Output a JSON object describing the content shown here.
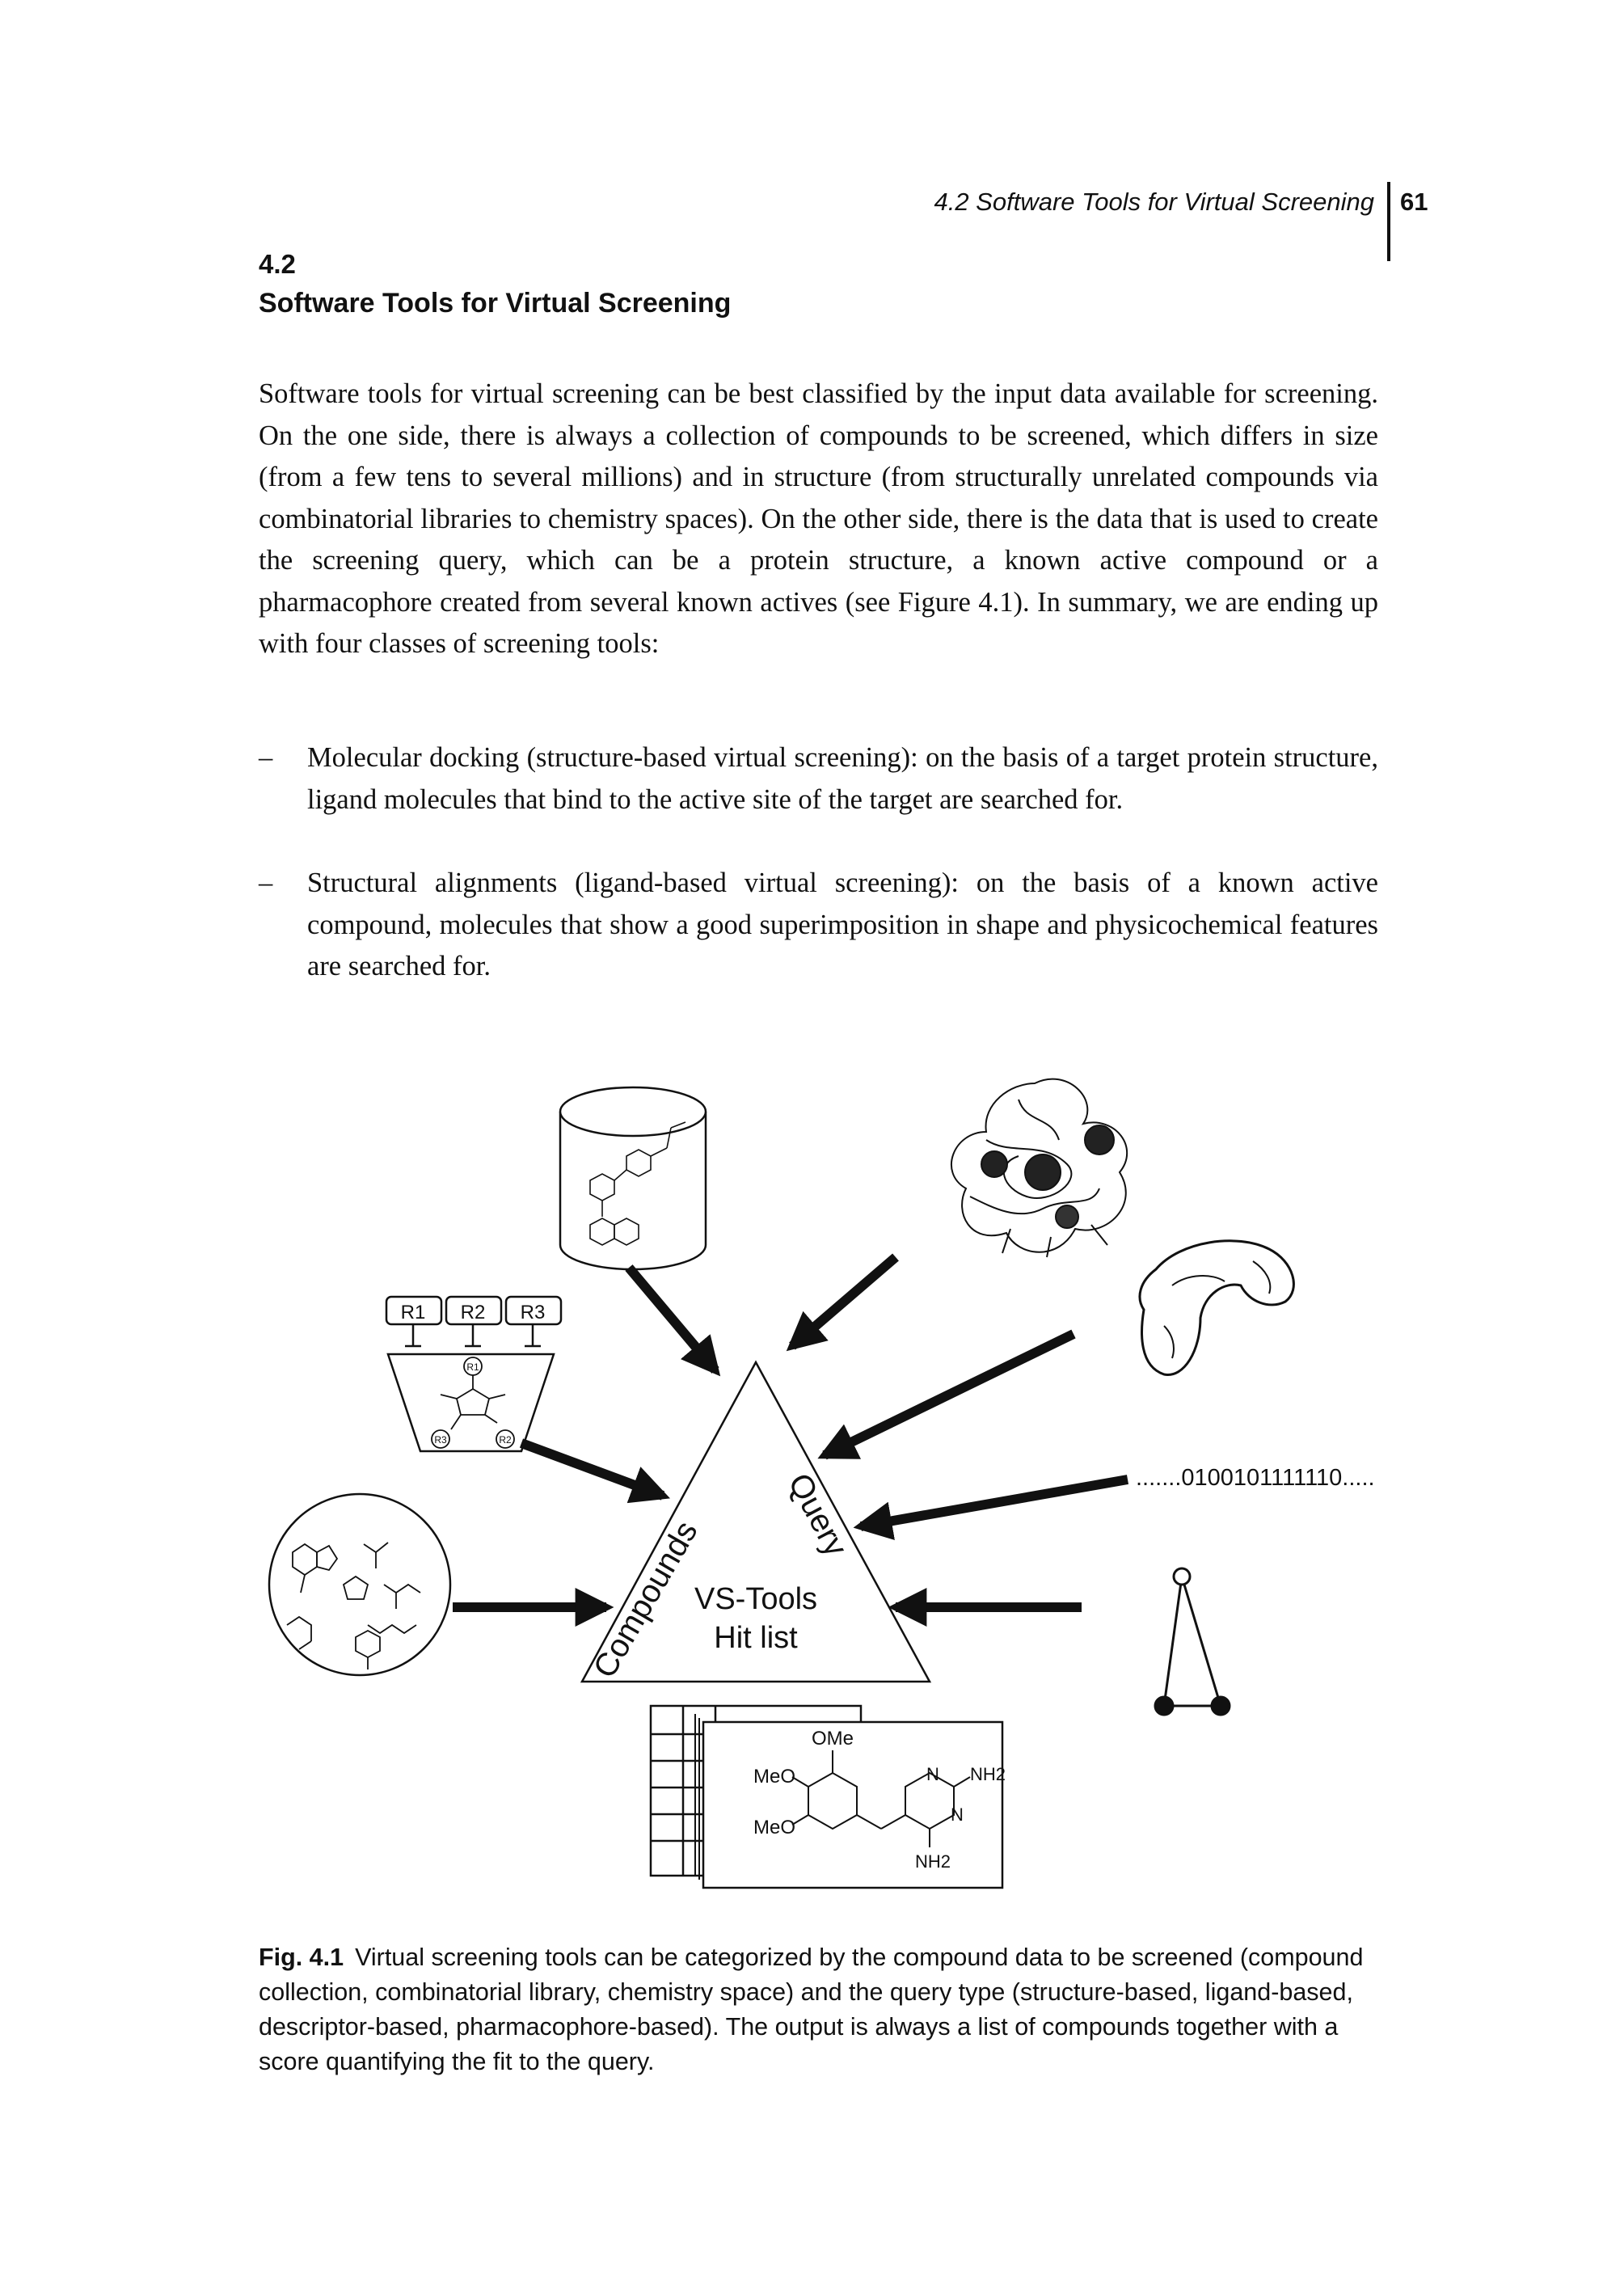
{
  "header": {
    "running_title": "4.2  Software Tools for Virtual Screening",
    "page_number": "61"
  },
  "section": {
    "number": "4.2",
    "title": "Software Tools for Virtual Screening"
  },
  "body": {
    "paragraph": "Software tools for virtual screening can be best classified by the input data available for screening. On the one side, there is always a collection of compounds to be screened, which differs in size (from a few tens to several millions) and in structure (from structurally unrelated compounds via combinatorial libraries to chemistry spaces). On the other side, there is the data that is used to create the screening query, which can be a protein structure, a known active compound or a pharmacophore created from several known actives (see Figure 4.1). In summary, we are ending up with four classes of screening tools:",
    "bullets": [
      {
        "dash": "–",
        "text": "Molecular docking (structure-based virtual screening): on the basis of a target protein structure, ligand molecules that bind to the active site of the target are searched for."
      },
      {
        "dash": "–",
        "text": "Structural alignments (ligand-based virtual screening): on the basis of a known active compound, molecules that show a good superimposition in shape and physicochemical features are searched for."
      }
    ]
  },
  "figure": {
    "triangle_left_label": "Compounds",
    "triangle_right_label": "Query",
    "center_line1": "VS-Tools",
    "center_line2": "Hit list",
    "fingerprint": ".......0100101111110.....",
    "library_tabs": [
      "R1",
      "R2",
      "R3"
    ],
    "cup_labels": [
      "R1",
      "R3",
      "R2"
    ],
    "molecule_labels": {
      "ome": "OMe",
      "meo_top": "MeO",
      "meo_bottom": "MeO",
      "n_top": "N",
      "n_bottom": "N",
      "nh2_right": "NH2",
      "nh2_bottom": "NH2"
    }
  },
  "caption": {
    "label": "Fig. 4.1",
    "text": "Virtual screening tools can be categorized by the compound data to be screened (compound collection, combinatorial library, chemistry space) and the query type (structure-based, ligand-based, descriptor-based, pharmacophore-based). The output is always a list of compounds together with a score quantifying the fit to the query."
  },
  "colors": {
    "ink": "#111111",
    "paper": "#ffffff"
  }
}
